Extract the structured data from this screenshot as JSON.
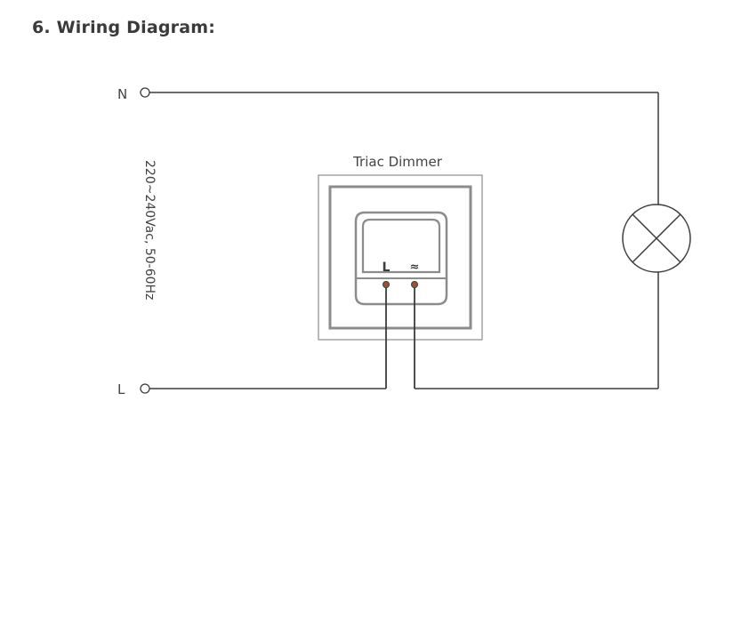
{
  "heading": "6. Wiring Diagram:",
  "diagram": {
    "neutral_label": "N",
    "live_label": "L",
    "supply_label": "220~240Vac, 50-60Hz",
    "device_title": "Triac Dimmer",
    "device_terminal_live": "L",
    "device_terminal_dim": "≈",
    "load_icon": "lamp-icon"
  },
  "colors": {
    "wire": "#3c3c3c",
    "frame": "#8c8c8c",
    "terminal": "#a0522d"
  }
}
